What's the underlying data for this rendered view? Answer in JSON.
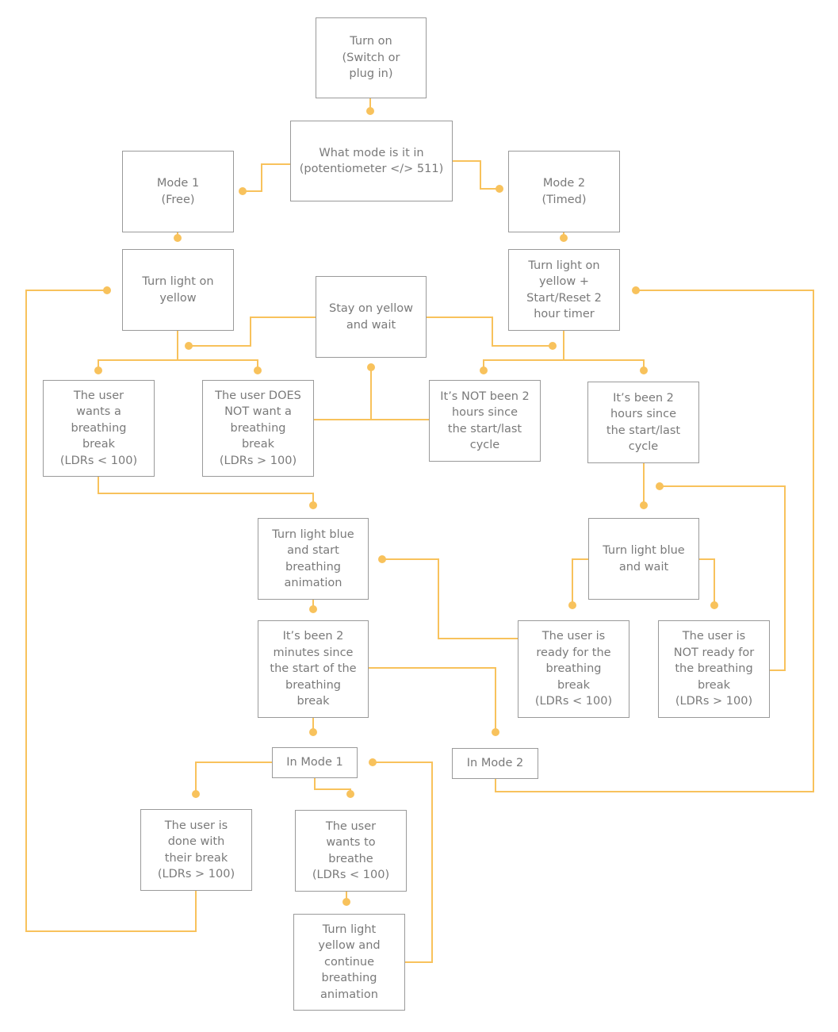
{
  "colors": {
    "connector": "#f8c25c",
    "box_border": "#9a9a9a",
    "text": "#7a7a7a",
    "background": "#ffffff"
  },
  "nodes": {
    "turn_on": "Turn on\n(Switch or\nplug in)",
    "what_mode": "What mode is it in\n(potentiometer </> 511)",
    "mode1": "Mode 1\n(Free)",
    "mode2": "Mode 2\n(Timed)",
    "turn_yellow": "Turn light on\nyellow",
    "turn_yellow_timer": "Turn light on\nyellow +\nStart/Reset 2\nhour timer",
    "stay_yellow": "Stay on yellow\nand wait",
    "user_wants_break": "The user\nwants a\nbreathing\nbreak\n(LDRs < 100)",
    "user_not_want_break": "The user DOES\nNOT want a\nbreathing\nbreak\n(LDRs > 100)",
    "not_2_hours": "It’s NOT been 2\nhours since\nthe start/last\ncycle",
    "been_2_hours": "It’s been 2\nhours since\nthe start/last\ncycle",
    "blue_animation": "Turn light blue\nand start\nbreathing\nanimation",
    "blue_wait": "Turn light blue\nand wait",
    "been_2_minutes": "It’s been 2\nminutes since\nthe start of the\nbreathing\nbreak",
    "user_ready": "The user is\nready for the\nbreathing\nbreak\n(LDRs < 100)",
    "user_not_ready": "The user is\nNOT ready for\nthe breathing\nbreak\n(LDRs > 100)",
    "in_mode1": "In Mode 1",
    "in_mode2": "In Mode 2",
    "user_done": "The user is\ndone with\ntheir break\n(LDRs > 100)",
    "user_wants_breathe": "The user\nwants to\nbreathe\n(LDRs < 100)",
    "yellow_continue": "Turn light\nyellow and\ncontinue\nbreathing\nanimation"
  }
}
